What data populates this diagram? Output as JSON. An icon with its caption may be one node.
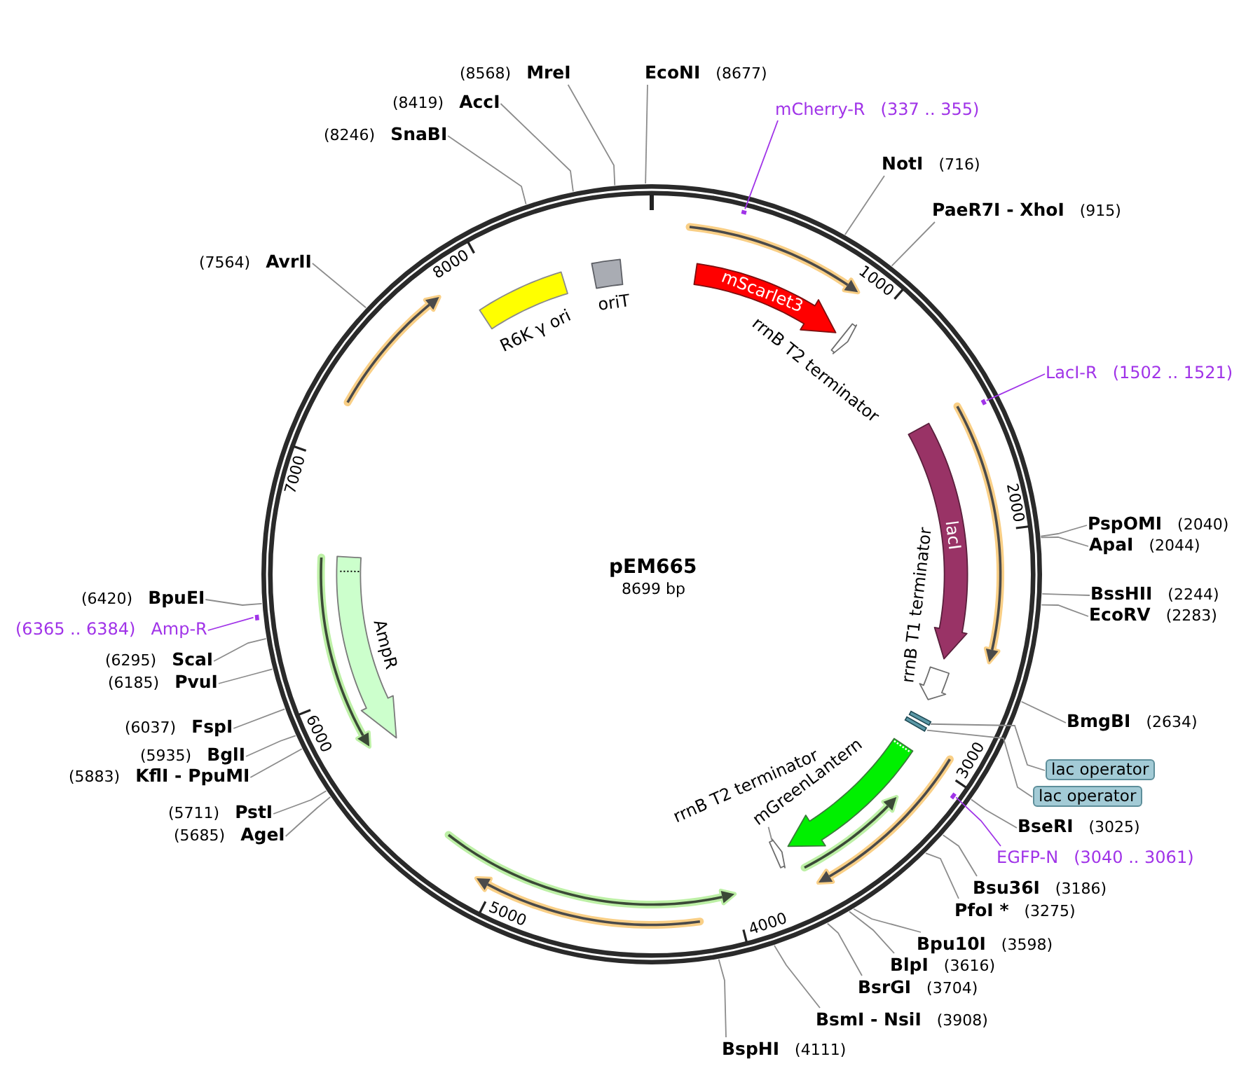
{
  "diagram": {
    "title": "pEM665",
    "nodes": [
      {
        "text": [],
        "shape": "circle"
      },
      {
        "text": [
          "mScarlet3"
        ],
        "in": 0
      },
      {
        "text": [
          "rrnB T2 terminator"
        ],
        "in": 0
      },
      {
        "text": [
          "lacI"
        ],
        "in": 0
      },
      {
        "text": [
          "rrnB T1 terminator"
        ],
        "in": 0
      },
      {
        "text": [],
        "shape": "bar",
        "in": 0
      },
      {
        "text": [],
        "shape": "bar",
        "in": 0
      },
      {
        "text": [
          "mGreenLantern"
        ],
        "in": 0
      },
      {
        "text": [
          "rrnB T2 terminator"
        ],
        "in": 0
      },
      {
        "text": [
          "AmpR"
        ],
        "in": 0
      },
      {
        "text": [
          "R6K γ ori"
        ],
        "in": 0
      },
      {
        "text": [
          "oriT"
        ],
        "in": 0
      },
      {
        "text": [],
        "shape": "arrow",
        "in": 0
      },
      {
        "text": [],
        "shape": "arrow",
        "in": 0
      },
      {
        "text": [],
        "shape": "arrow",
        "in": 0
      },
      {
        "text": [],
        "shape": "arrow",
        "in": 0
      },
      {
        "text": [],
        "shape": "arrow",
        "in": 0
      },
      {
        "text": [],
        "shape": "arrow",
        "in": 0
      },
      {
        "text": [],
        "shape": "arrow",
        "in": 0
      },
      {
        "text": [],
        "shape": "arrow",
        "in": 0
      },
      {
        "text": [],
        "shape": "bar",
        "in": 0
      },
      {
        "text": [],
        "shape": "bar",
        "in": 0
      },
      {
        "text": [],
        "shape": "bar",
        "in": 0
      },
      {
        "text": [],
        "shape": "bar"
      },
      {
        "text": [
          "mCherry-R",
          "(337 .. 355)"
        ]
      },
      {
        "text": [
          "NotI",
          "(716)"
        ]
      },
      {
        "text": [
          "PaeR7I - XhoI",
          "(915)"
        ]
      },
      {
        "text": [
          "LacI-R",
          "(1502 .. 1521)"
        ]
      },
      {
        "text": [
          "PspOMI",
          "(2040)"
        ]
      },
      {
        "text": [
          "ApaI",
          "(2044)"
        ]
      },
      {
        "text": [
          "BssHII",
          "(2244)"
        ]
      },
      {
        "text": [
          "EcoRV",
          "(2283)"
        ]
      },
      {
        "text": [
          "BmgBI",
          "(2634)"
        ]
      },
      {
        "text": [
          "lac operator"
        ]
      },
      {
        "text": [
          "lac operator"
        ]
      },
      {
        "text": [
          "BseRI",
          "(3025)"
        ]
      },
      {
        "text": [
          "EGFP-N",
          "(3040 .. 3061)"
        ]
      },
      {
        "text": [
          "Bsu36I",
          "(3186)"
        ]
      },
      {
        "text": [
          "PfoI *",
          "(3275)"
        ]
      },
      {
        "text": [
          "Bpu10I",
          "(3598)"
        ]
      },
      {
        "text": [
          "BlpI",
          "(3616)"
        ]
      },
      {
        "text": [
          "BsrGI",
          "(3704)"
        ]
      },
      {
        "text": [
          "BsmI - NsiI",
          "(3908)"
        ]
      },
      {
        "text": [
          "BspHI",
          "(4111)"
        ]
      },
      {
        "text": [
          "(5685)",
          "AgeI"
        ]
      },
      {
        "text": [
          "(5711)",
          "PstI"
        ]
      },
      {
        "text": [
          "(5883)",
          "KflI - PpuMI"
        ]
      },
      {
        "text": [
          "(5935)",
          "BglI"
        ]
      },
      {
        "text": [
          "(6037)",
          "FspI"
        ]
      },
      {
        "text": [
          "(6185)",
          "PvuI"
        ]
      },
      {
        "text": [
          "(6295)",
          "ScaI"
        ]
      },
      {
        "text": [
          "(6365 .. 6384)",
          "Amp-R"
        ]
      },
      {
        "text": [
          "(6420)",
          "BpuEI"
        ]
      },
      {
        "text": [
          "(7564)",
          "AvrII"
        ]
      },
      {
        "text": [
          "(8246)",
          "SnaBI"
        ]
      },
      {
        "text": [
          "(8419)",
          "AccI"
        ]
      },
      {
        "text": [
          "(8568)",
          "MreI"
        ]
      },
      {
        "text": [
          "EcoNI",
          "(8677)"
        ]
      },
      {
        "text": [],
        "shape": "arrow",
        "in": 0
      }
    ],
    "edges": [
      {
        "from": 24,
        "to": 20,
        "arrow": "none",
        "color": "#a033e8"
      },
      {
        "from": 25,
        "to": 0,
        "arrow": "none"
      },
      {
        "from": 26,
        "to": 0,
        "arrow": "none"
      },
      {
        "from": 27,
        "to": 21,
        "arrow": "none",
        "color": "#a033e8"
      },
      {
        "from": 28,
        "to": 0,
        "arrow": "none"
      },
      {
        "from": 29,
        "to": 0,
        "arrow": "none"
      },
      {
        "from": 30,
        "to": 0,
        "arrow": "none"
      },
      {
        "from": 31,
        "to": 0,
        "arrow": "none"
      },
      {
        "from": 32,
        "to": 0,
        "arrow": "none"
      },
      {
        "from": 33,
        "to": 5,
        "arrow": "none"
      },
      {
        "from": 34,
        "to": 6,
        "arrow": "none"
      },
      {
        "from": 35,
        "to": 0,
        "arrow": "none"
      },
      {
        "from": 36,
        "to": 22,
        "arrow": "none",
        "color": "#a033e8"
      },
      {
        "from": 37,
        "to": 0,
        "arrow": "none"
      },
      {
        "from": 38,
        "to": 0,
        "arrow": "none"
      },
      {
        "from": 39,
        "to": 0,
        "arrow": "none"
      },
      {
        "from": 40,
        "to": 0,
        "arrow": "none"
      },
      {
        "from": 41,
        "to": 0,
        "arrow": "none"
      },
      {
        "from": 42,
        "to": 0,
        "arrow": "none"
      },
      {
        "from": 43,
        "to": 0,
        "arrow": "none"
      },
      {
        "from": 44,
        "to": 0,
        "arrow": "none"
      },
      {
        "from": 45,
        "to": 0,
        "arrow": "none"
      },
      {
        "from": 46,
        "to": 0,
        "arrow": "none"
      },
      {
        "from": 47,
        "to": 0,
        "arrow": "none"
      },
      {
        "from": 48,
        "to": 0,
        "arrow": "none"
      },
      {
        "from": 49,
        "to": 0,
        "arrow": "none"
      },
      {
        "from": 50,
        "to": 0,
        "arrow": "none"
      },
      {
        "from": 51,
        "to": 23,
        "arrow": "none",
        "color": "#a033e8"
      },
      {
        "from": 52,
        "to": 0,
        "arrow": "none"
      },
      {
        "from": 53,
        "to": 0,
        "arrow": "none"
      },
      {
        "from": 54,
        "to": 0,
        "arrow": "none"
      },
      {
        "from": 55,
        "to": 0,
        "arrow": "none"
      },
      {
        "from": 56,
        "to": 0,
        "arrow": "none"
      },
      {
        "from": 57,
        "to": 0,
        "arrow": "none"
      },
      {
        "from": 8,
        "to": 58,
        "arrow": "none"
      }
    ],
    "labels": [
      "8699 bp",
      "1000",
      "2000",
      "3000",
      "4000",
      "5000",
      "6000",
      "7000",
      "8000"
    ]
  }
}
